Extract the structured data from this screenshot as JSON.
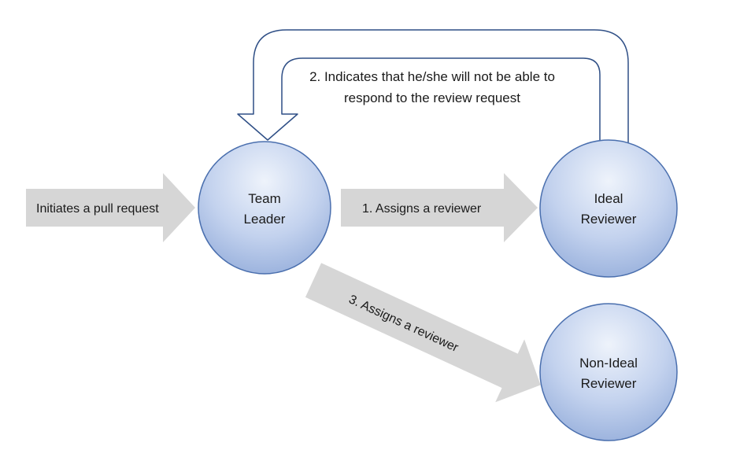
{
  "nodes": {
    "team_leader": {
      "line1": "Team",
      "line2": "Leader"
    },
    "ideal_reviewer": {
      "line1": "Ideal",
      "line2": "Reviewer"
    },
    "non_ideal_reviewer": {
      "line1": "Non-Ideal",
      "line2": "Reviewer"
    }
  },
  "arrows": {
    "initiate": "Initiates a pull request",
    "assign_ideal": "1. Assigns a reviewer",
    "assign_non_ideal": "3. Assigns a reviewer",
    "decline": {
      "line1": "2. Indicates that he/she will not be able to",
      "line2": "respond to the review request"
    }
  },
  "colors": {
    "arrow_fill": "#d6d6d6",
    "node_fill_top": "#e8eef8",
    "node_fill_bottom": "#9db4de",
    "node_stroke": "#4a6fae",
    "return_arrow_stroke": "#2f4f86"
  }
}
